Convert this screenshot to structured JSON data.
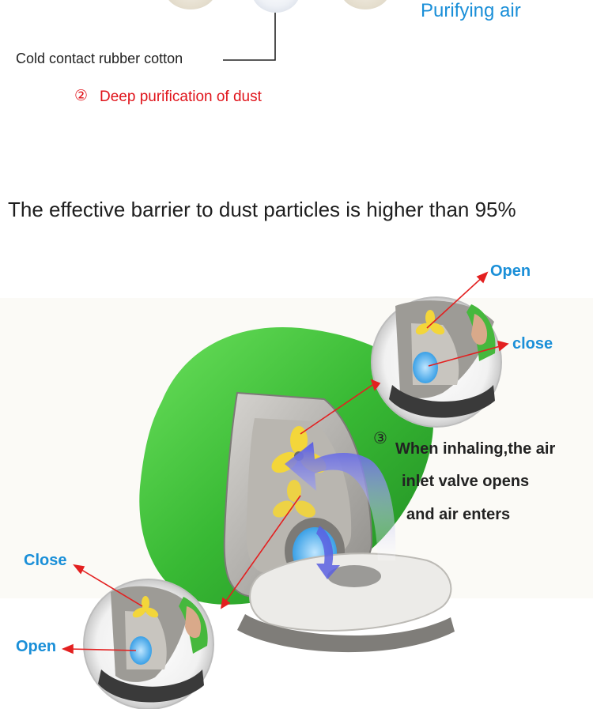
{
  "labels": {
    "purifying_air": "Purifying air",
    "cold_contact": "Cold contact rubber cotton",
    "step2_num": "②",
    "step2_text": "Deep purification of dust",
    "headline": "The effective barrier to dust particles is higher than 95%",
    "open_top": "Open",
    "close_top": "close",
    "close_bottom": "Close",
    "open_bottom": "Open",
    "step3_num": "③",
    "step3_line1": "When inhaling,the air",
    "step3_line2": "inlet valve opens",
    "step3_line3": "and air enters"
  },
  "colors": {
    "accent_blue": "#1a8fd8",
    "step_red": "#e0141b",
    "mask_green": "#3dc13a",
    "pointer_red": "#e32020"
  }
}
